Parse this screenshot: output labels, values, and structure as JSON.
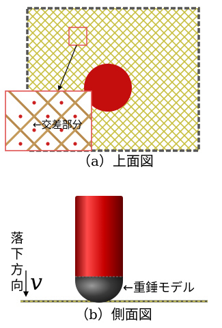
{
  "top_view": {
    "caption": "（a）上面図",
    "crossing_label": "←交差部分"
  },
  "side_view": {
    "caption": "（b）側面図",
    "weight_label": "←重錘モデル",
    "drop_direction_label": "落下方向",
    "velocity_symbol": "v"
  },
  "colors": {
    "net_strand": "#cfc44a",
    "net_frame": "#555555",
    "weight_red": "#cc1111",
    "weight_tip": "#333333",
    "zoom_box": "#e05050"
  }
}
